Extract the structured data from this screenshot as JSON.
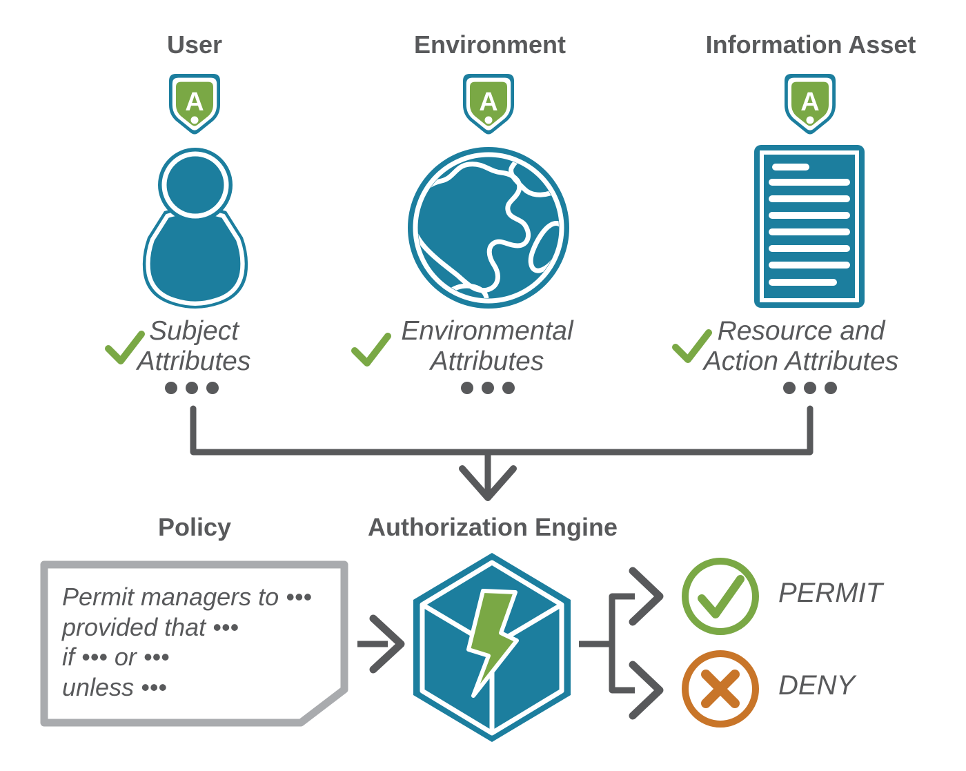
{
  "colors": {
    "teal": "#1c7e9e",
    "green": "#7aa845",
    "orange": "#c87529",
    "line_gray": "#58595b",
    "box_border_gray": "#a9abae"
  },
  "columns": [
    {
      "title": "User",
      "badge_letter": "A",
      "icon": "person-icon",
      "attributes": {
        "line1": "Subject",
        "line2": "Attributes"
      }
    },
    {
      "title": "Environment",
      "badge_letter": "A",
      "icon": "globe-icon",
      "attributes": {
        "line1": "Environmental",
        "line2": "Attributes"
      }
    },
    {
      "title": "Information Asset",
      "badge_letter": "A",
      "icon": "document-icon",
      "attributes": {
        "line1": "Resource and",
        "line2": "Action Attributes"
      }
    }
  ],
  "policy": {
    "title": "Policy",
    "lines": [
      "Permit managers to •••",
      "provided that •••",
      "if ••• or •••",
      "unless •••"
    ]
  },
  "engine": {
    "title": "Authorization Engine"
  },
  "outcomes": {
    "permit": "PERMIT",
    "deny": "DENY"
  }
}
